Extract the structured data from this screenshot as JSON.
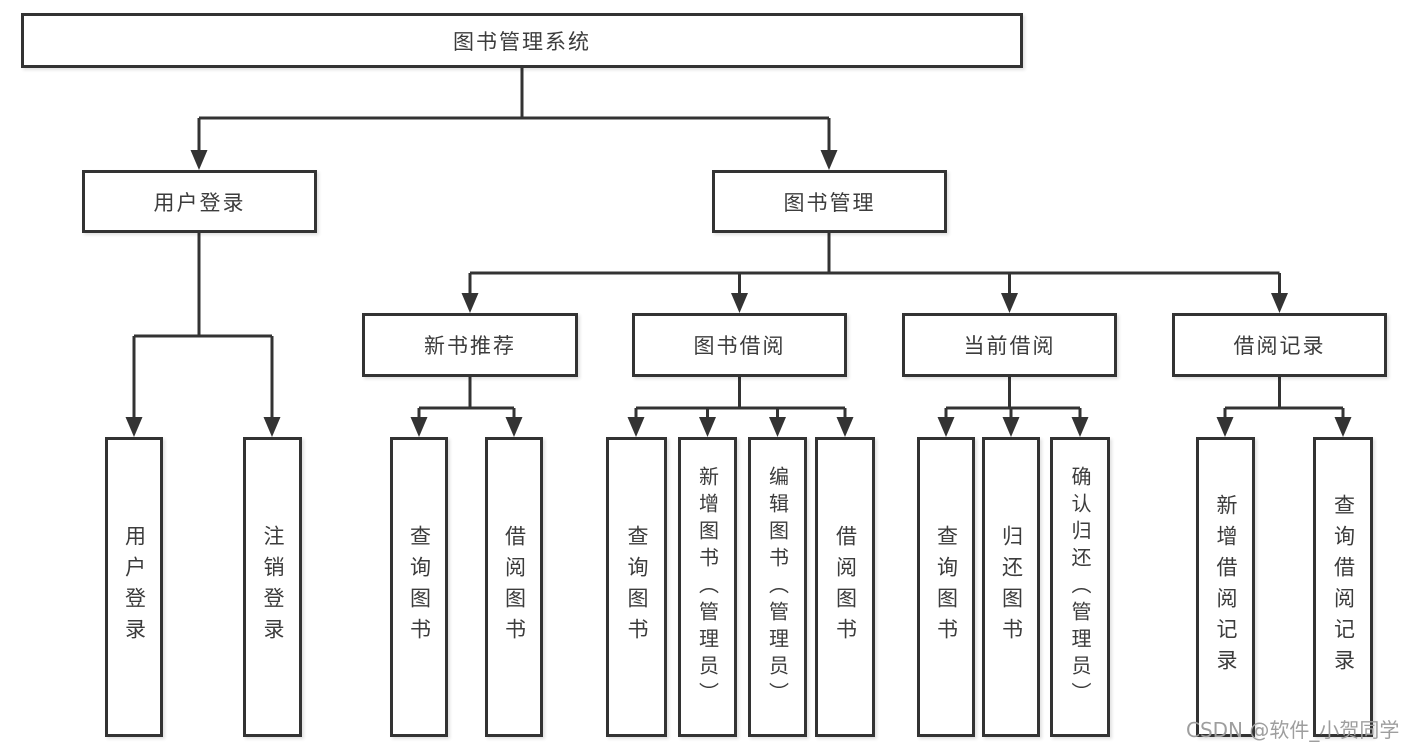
{
  "tree": {
    "label": "图书管理系统",
    "children": [
      {
        "label": "用户登录",
        "children": [
          {
            "label": "用户登录"
          },
          {
            "label": "注销登录"
          }
        ]
      },
      {
        "label": "图书管理",
        "children": [
          {
            "label": "新书推荐",
            "children": [
              {
                "label": "查询图书"
              },
              {
                "label": "借阅图书"
              }
            ]
          },
          {
            "label": "图书借阅",
            "children": [
              {
                "label": "查询图书"
              },
              {
                "label": "新增图书（管理员）"
              },
              {
                "label": "编辑图书（管理员）"
              },
              {
                "label": "借阅图书"
              }
            ]
          },
          {
            "label": "当前借阅",
            "children": [
              {
                "label": "查询图书"
              },
              {
                "label": "归还图书"
              },
              {
                "label": "确认归还（管理员）"
              }
            ]
          },
          {
            "label": "借阅记录",
            "children": [
              {
                "label": "新增借阅记录"
              },
              {
                "label": "查询借阅记录"
              }
            ]
          }
        ]
      }
    ]
  },
  "watermark": {
    "text": "CSDN @软件_小贺同学"
  },
  "colors": {
    "line": "#333333",
    "node_border": "#333333",
    "node_text": "#3c3c3c",
    "watermark": "#9e9e9e",
    "background": "#ffffff"
  }
}
